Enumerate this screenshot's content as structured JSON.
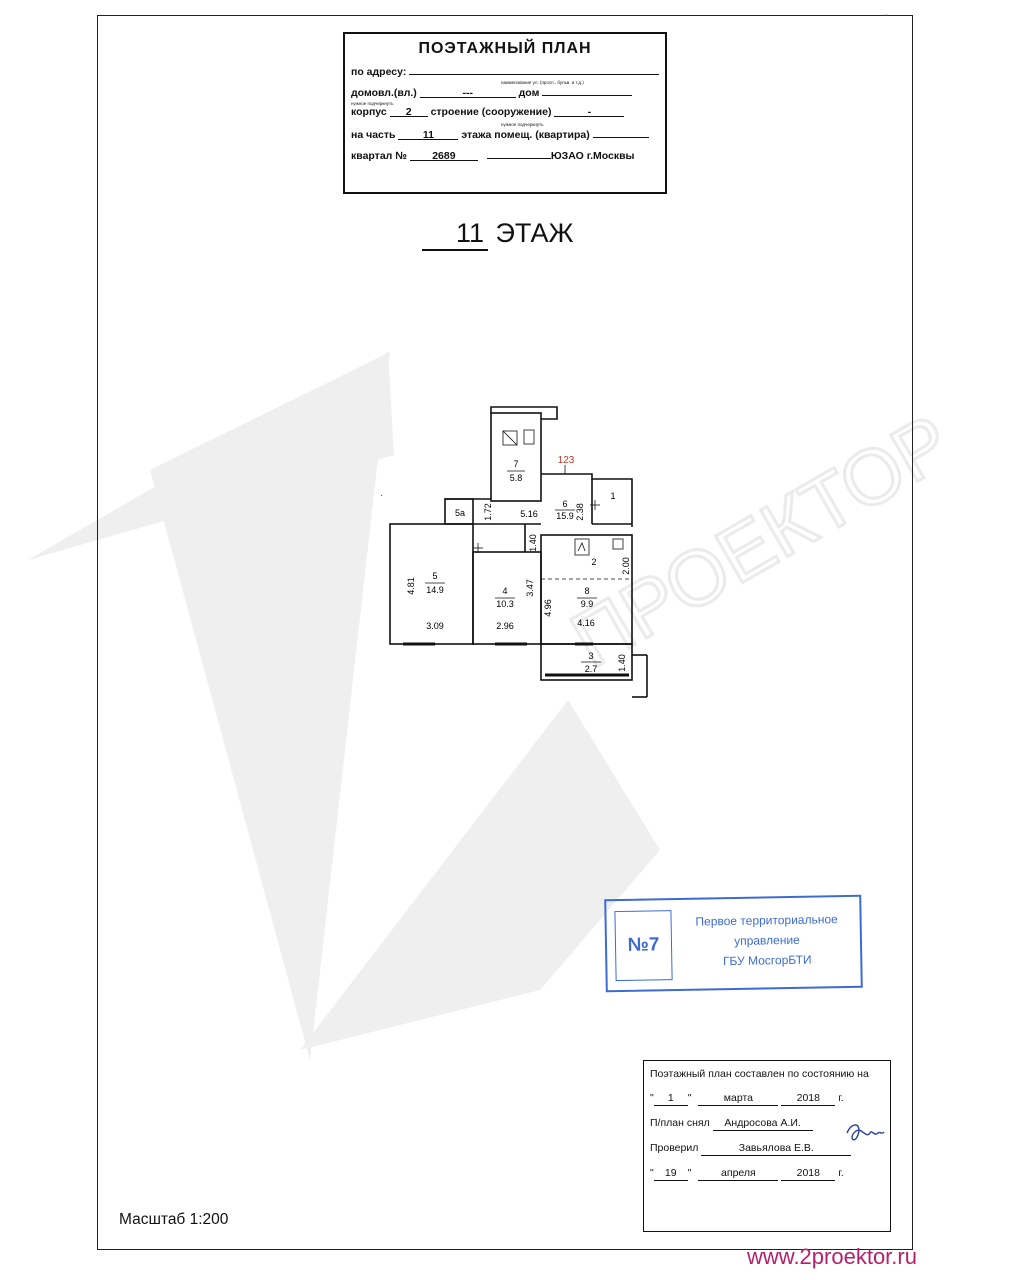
{
  "header": {
    "title": "ПОЭТАЖНЫЙ ПЛАН",
    "address_label": "по адресу:",
    "address_hint": "наименование ул. (просп., бульв. и т.д.)",
    "domovl_label": "домовл.(вл.)",
    "domovl_value": "---",
    "dom_label": "дом",
    "domovl_hint": "нужное подчеркнуть",
    "korpus_label": "корпус",
    "korpus_value": "2",
    "stroenie_label": "строение (сооружение)",
    "stroenie_value": "-",
    "korpus_hint": "нужное подчеркнуть",
    "chast_label": "на часть",
    "chast_value": "11",
    "chast_suffix": "этажа помещ. (квартира)",
    "kvartal_label": "квартал №",
    "kvartal_value": "2689",
    "district_value": "ЮЗАО г.Москвы"
  },
  "floor": {
    "number": "11",
    "label": "ЭТАЖ"
  },
  "plan": {
    "apartment_number": "123",
    "rooms": [
      {
        "id": "7",
        "area": "5.8"
      },
      {
        "id": "6",
        "area": "15.9"
      },
      {
        "id": "1",
        "area": ""
      },
      {
        "id": "5а",
        "area": ""
      },
      {
        "id": "2",
        "area": ""
      },
      {
        "id": "5",
        "area": "14.9"
      },
      {
        "id": "4",
        "area": "10.3"
      },
      {
        "id": "8",
        "area": "9.9"
      },
      {
        "id": "3",
        "area": "2.7"
      }
    ],
    "dimensions": [
      "5.16",
      "1.72",
      "2.38",
      "1.40",
      "3.47",
      "2.00",
      "4.81",
      "4.96",
      "3.09",
      "2.96",
      "4.16",
      "1.40"
    ]
  },
  "stamp": {
    "number": "№7",
    "line1": "Первое территориальное",
    "line2": "управление",
    "line3": "ГБУ МосгорБТИ"
  },
  "info": {
    "title": "Поэтажный план составлен по состоянию на",
    "date1_day": "1",
    "date1_month": "марта",
    "date1_year": "2018",
    "year_suffix": "г.",
    "surveyed_label": "П/план снял",
    "surveyed_name": "Андросова А.И.",
    "checked_label": "Проверил",
    "checked_name": "Завьялова Е.В.",
    "date2_day": "19",
    "date2_month": "апреля",
    "date2_year": "2018"
  },
  "scale": "Масштаб 1:200",
  "website": "www.2proektor.ru",
  "watermark_text": "ПРОЕКТОР",
  "colors": {
    "stamp": "#3d6bd6",
    "website": "#b51f6b",
    "apartment_number": "#c0392b",
    "watermark": "#ececec"
  }
}
